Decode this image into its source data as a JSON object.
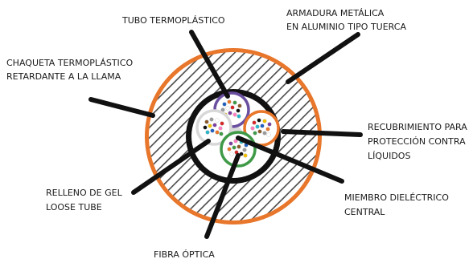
{
  "labels": {
    "tubo_termoplastico": "TUBO TERMOPLÁSTICO",
    "armadura_line1": "ARMADURA METÁLICA",
    "armadura_line2": "EN ALUMINIO TIPO TUERCA",
    "chaqueta_line1": "CHAQUETA TERMOPLÁSTICO",
    "chaqueta_line2": "RETARDANTE A LA LLAMA",
    "recubrimiento_line1": "RECUBRIMIENTO PARA",
    "recubrimiento_line2": "PROTECCIÓN CONTRA",
    "recubrimiento_line3": "LÍQUIDOS",
    "relleno_line1": "RELLENO DE GEL",
    "relleno_line2": "LOOSE TUBE",
    "miembro_line1": "MIEMBRO DIELÉCTRICO",
    "miembro_line2": "CENTRAL",
    "fibra_optica": "FIBRA ÓPTICA"
  },
  "colors": {
    "jacket": "#e8762b",
    "armor_stripe": "#4a4a4a",
    "water_block": "#111111",
    "tube_purple": "#6a4ea0",
    "tube_orange": "#e8762b",
    "tube_green": "#3f9a48",
    "tube_white": "#d8d8d8",
    "leader": "#111111"
  },
  "fiber_palette": [
    "#1f5fbf",
    "#e8762b",
    "#3f9a48",
    "#8b5a2b",
    "#9a9a9a",
    "#ffffff",
    "#d62828",
    "#111111",
    "#f2c200",
    "#7b3fa0",
    "#ff7fbf",
    "#2bb5c9"
  ]
}
